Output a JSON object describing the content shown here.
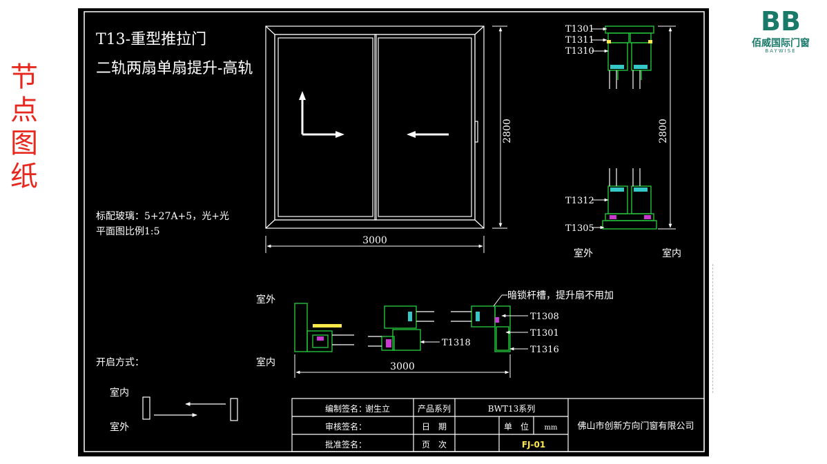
{
  "side_title": [
    "节",
    "点",
    "图",
    "纸"
  ],
  "logo": {
    "mark": "BB",
    "name": "佰威国际门窗",
    "sub": "BAYWISE"
  },
  "drawing": {
    "title": "T13-重型推拉门",
    "subtitle": "二轨两扇单扇提升-高轨",
    "glass_spec": "标配玻璃：5+27A+5，光+光",
    "scale_note": "平面图比例1:5",
    "opening_label": "开启方式：",
    "elevation_width": "3000",
    "elevation_height": "2800",
    "section_height": "2800",
    "plan_width": "3000",
    "outdoor": "室外",
    "indoor": "室内",
    "parts": {
      "t1301": "T1301",
      "t1311": "T1311",
      "t1310": "T1310",
      "t1312": "T1312",
      "t1305": "T1305",
      "t1308": "T1308",
      "t1316": "T1316",
      "t1318": "T1318"
    },
    "lock_note": "暗锁杆槽，提升扇不用加"
  },
  "title_block": {
    "drawn_label": "编制签名：",
    "drawn_value": "谢生立",
    "checked_label": "审核签名：",
    "approved_label": "批准签名：",
    "series_label": "产品系列",
    "series_value": "BWT13系列",
    "date_label": "日　期",
    "unit_label": "单　位",
    "unit_value": "mm",
    "page_label": "页　次",
    "page_value": "FJ-01",
    "company": "佛山市创新方向门窗有限公司"
  },
  "colors": {
    "sheet": "#000000",
    "line": "#ffffff",
    "profile": "#23c23a",
    "accent_red": "#e8281e",
    "brand": "#1a7a6a",
    "highlight_yellow": "#ffe94a",
    "seal": "#c83ad0",
    "glass": "#36c7c7"
  }
}
